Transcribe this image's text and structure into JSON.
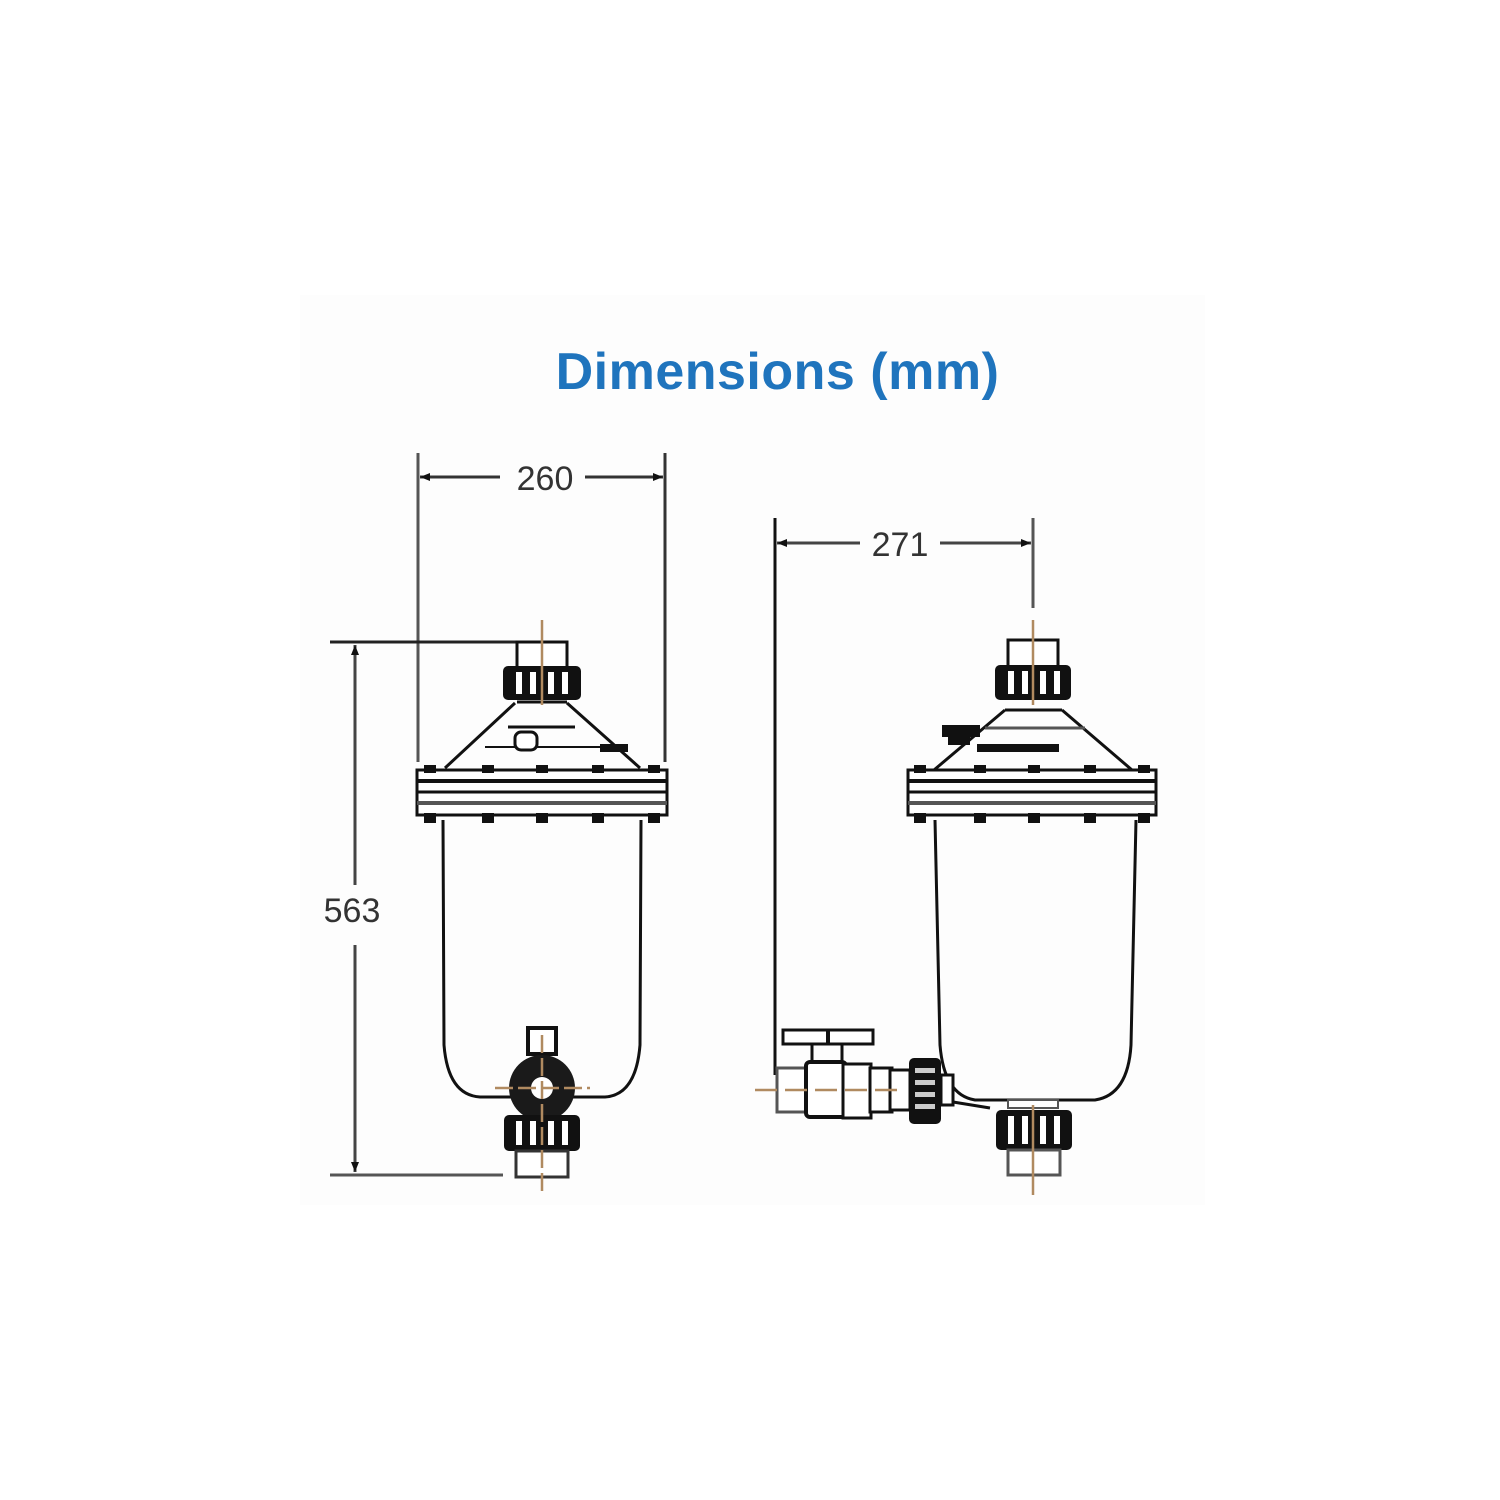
{
  "title": "Dimensions (mm)",
  "colors": {
    "title": "#1f74bd",
    "lines": "#111111",
    "dimension_lines": "#555555",
    "center_lines": "#b08a60",
    "background": "#ffffff"
  },
  "dimensions": {
    "width_front": {
      "value": "260",
      "unit": "mm",
      "view": "front"
    },
    "width_side": {
      "value": "271",
      "unit": "mm",
      "view": "side"
    },
    "height": {
      "value": "563",
      "unit": "mm",
      "view": "front"
    }
  },
  "views": [
    {
      "name": "front-view",
      "description": "Filter housing front view with bottom drain valve"
    },
    {
      "name": "side-view",
      "description": "Filter housing side view with ball valve on side outlet"
    }
  ]
}
